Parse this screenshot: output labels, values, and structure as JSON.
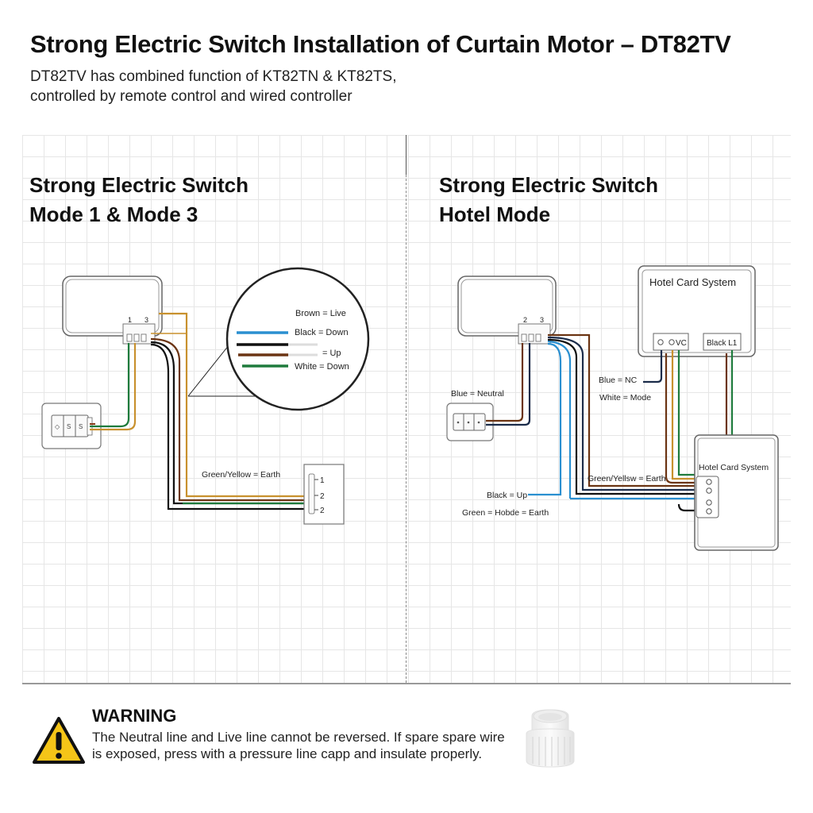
{
  "header": {
    "title": "Strong Electric Switch Installation of Curtain Motor – DT82TV",
    "subtitle_line1": "DT82TV has combined function of KT82TN & KT82TS,",
    "subtitle_line2": "controlled by remote control and wired controller"
  },
  "left_panel": {
    "title_line1": "Strong Electric Switch",
    "title_line2": "Mode 1 & Mode 3",
    "terminal_labels": [
      "1",
      "3"
    ],
    "switch_button_glyphs": [
      "◇",
      "S",
      "S"
    ],
    "legend": [
      {
        "label": "Brown = Live",
        "wire_color": "",
        "swatch": false
      },
      {
        "label": "Black = Down",
        "wire_color": "#2a8fd0"
      },
      {
        "label": "= Up",
        "wire_color": "#111111"
      },
      {
        "label": "",
        "wire_color": "#6b3413"
      },
      {
        "label": "White = Down",
        "wire_color": "#1e7b3c"
      }
    ],
    "earth_label": "Green/Yellow = Earth",
    "motor_terminal_labels": [
      "1",
      "2",
      "2"
    ]
  },
  "right_panel": {
    "title_line1": "Strong Electric Switch",
    "title_line2": "Hotel Mode",
    "terminal_labels": [
      "2",
      "3"
    ],
    "hotel_card_top": {
      "title": "Hotel Card System",
      "terminal_left_label": "VC",
      "terminal_right_label": "Black L1"
    },
    "hotel_card_bottom": {
      "title": "Hotel Card System"
    },
    "labels": {
      "blue_neutral": "Blue = Neutral",
      "blue_nc": "Blue = NC",
      "white_mode": "White = Mode",
      "black_up": "Black = Up",
      "green_earth": "Green = Hobde = Earth",
      "earth": "Green/Yellsw = Earth"
    }
  },
  "warning": {
    "title": "WARNING",
    "text": "The Neutral line and Live line cannot be reversed. If spare spare wire is exposed, press with a pressure line capp and insulate properly.",
    "icon": "warning-triangle-icon",
    "image": "pressure-line-cap"
  },
  "colors": {
    "brown": "#6b3413",
    "orange": "#c8912e",
    "green": "#1e7b3c",
    "black": "#111111",
    "blue": "#2a8fd0",
    "warning_yellow": "#f5c518"
  }
}
